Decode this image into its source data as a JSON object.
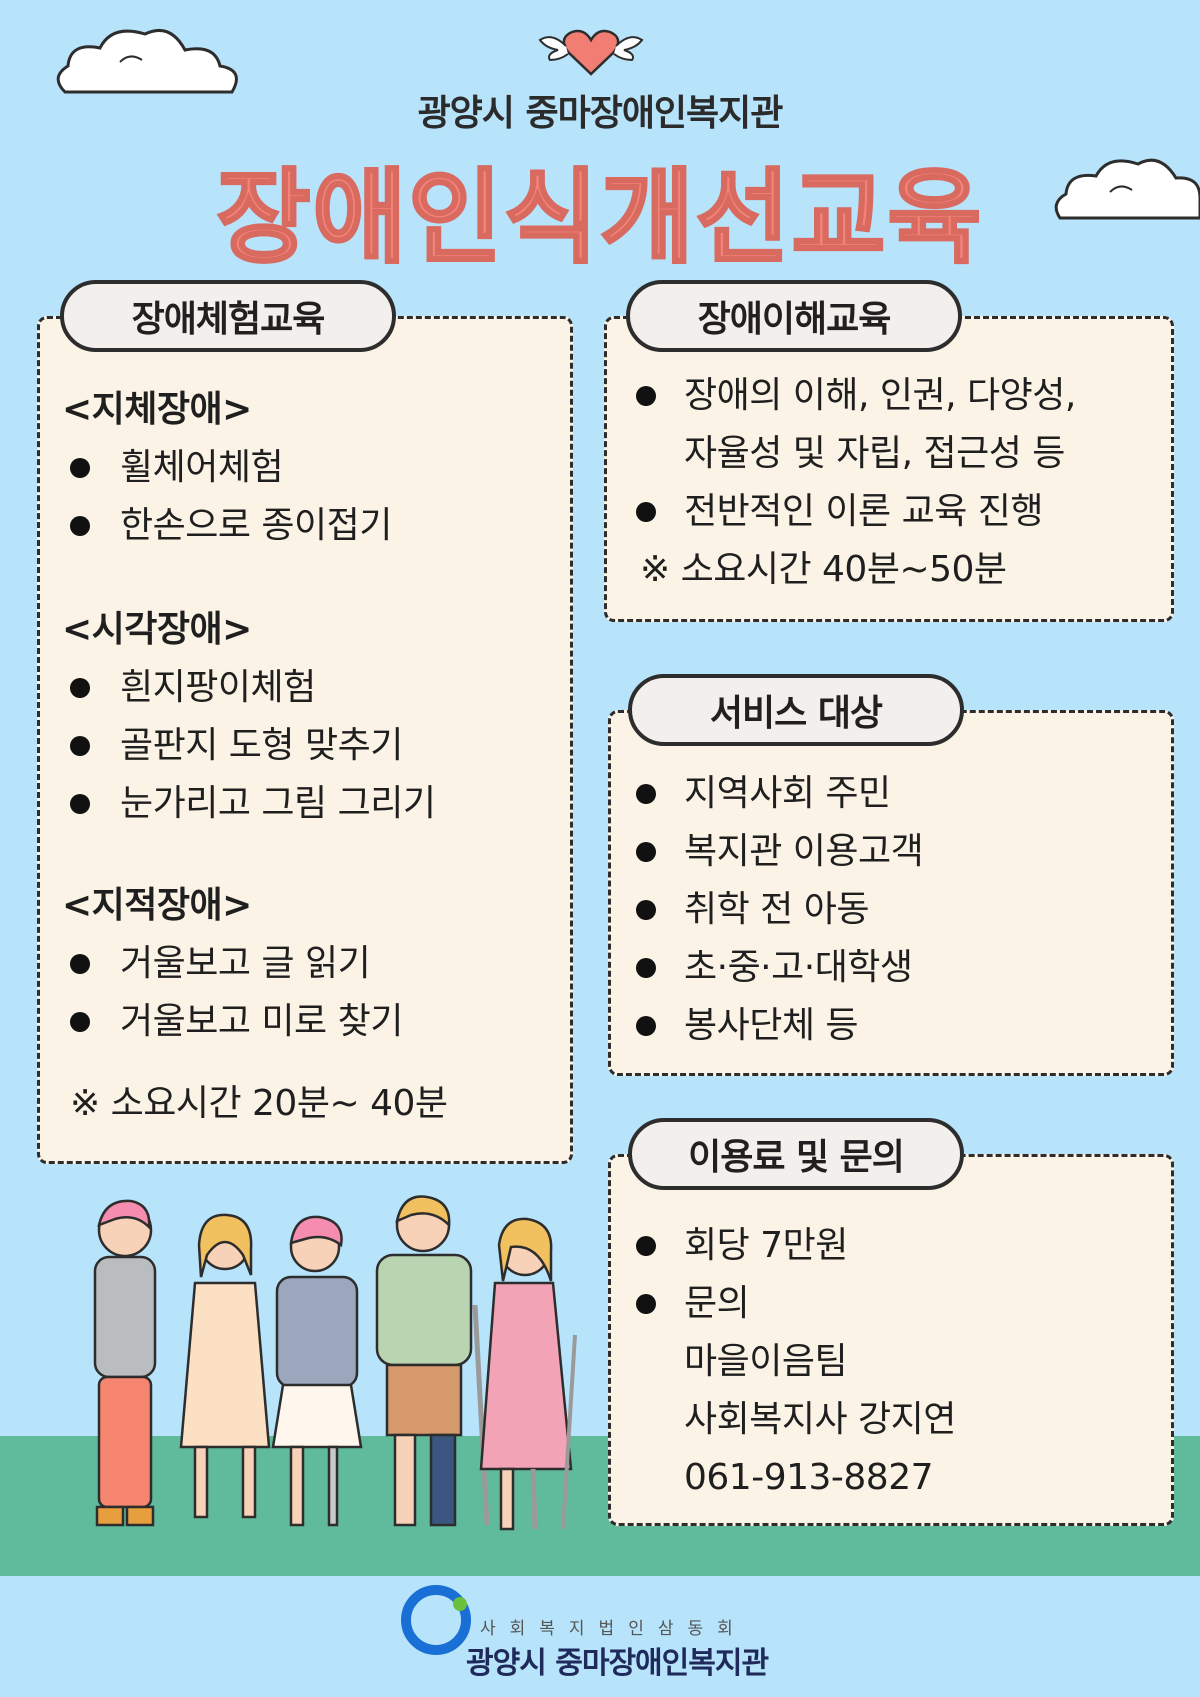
{
  "header": {
    "organization": "광양시 중마장애인복지관",
    "title": "장애인식개선교육"
  },
  "experience": {
    "tab": "장애체험교육",
    "physical": {
      "heading": "<지체장애>",
      "items": [
        "휠체어체험",
        "한손으로 종이접기"
      ]
    },
    "visual": {
      "heading": "<시각장애>",
      "items": [
        "흰지팡이체험",
        "골판지 도형 맞추기",
        "눈가리고 그림 그리기"
      ]
    },
    "intellectual": {
      "heading": "<지적장애>",
      "items": [
        "거울보고 글 읽기",
        "거울보고 미로 찾기"
      ]
    },
    "duration": "※ 소요시간 20분~ 40분"
  },
  "understanding": {
    "tab": "장애이해교육",
    "item1_line1": "장애의 이해, 인권, 다양성,",
    "item1_line2": "자율성 및 자립, 접근성 등",
    "item2": "전반적인 이론 교육 진행",
    "duration": "※ 소요시간 40분~50분"
  },
  "target": {
    "tab": "서비스 대상",
    "items": [
      "지역사회 주민",
      "복지관 이용고객",
      "취학 전 아동",
      "초·중·고·대학생",
      "봉사단체 등"
    ]
  },
  "fee": {
    "tab": "이용료 및 문의",
    "price": "회당 7만원",
    "contact_label": "문의",
    "team": "마을이음팀",
    "staff": "사회복지사 강지연",
    "phone": "061-913-8827"
  },
  "footer": {
    "subtitle": "사회복지법인삼동회",
    "name": "광양시 중마장애인복지관"
  },
  "colors": {
    "background": "#b7e3fb",
    "title": "#f48378",
    "box": "#fbf3e6",
    "ground": "#5fbb9b",
    "logo": "#1a6fd6"
  }
}
